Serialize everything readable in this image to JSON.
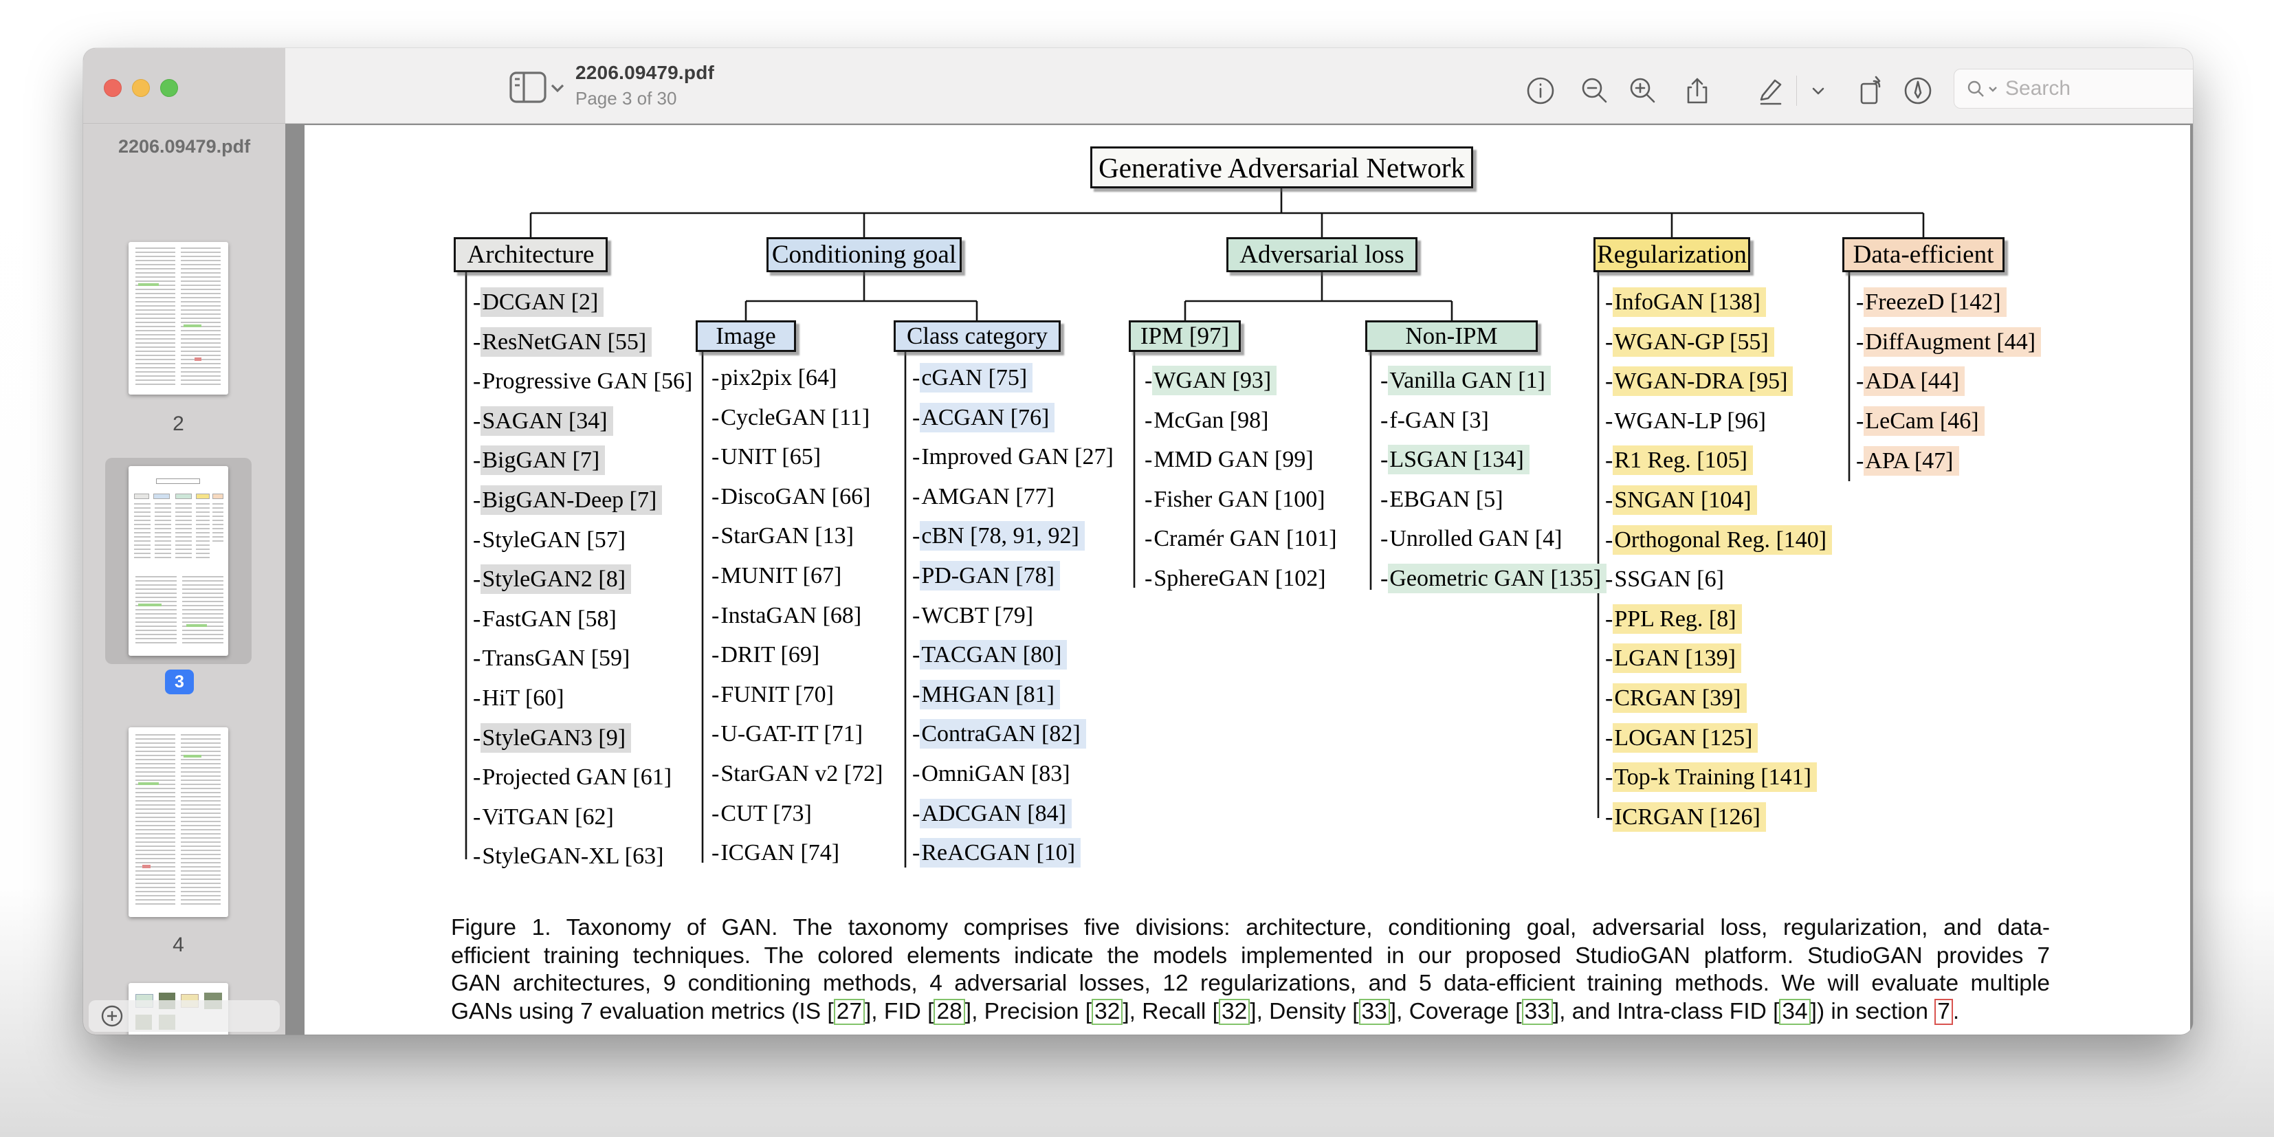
{
  "window": {
    "title": "2206.09479.pdf",
    "page_status": "Page 3 of 30"
  },
  "toolbar": {
    "search_placeholder": "Search",
    "icons": [
      "sidebar-toggle-icon",
      "info-icon",
      "zoom-out-icon",
      "zoom-in-icon",
      "share-icon",
      "markup-pencil-icon",
      "chevron-down-icon",
      "rotate-icon",
      "highlight-pen-icon",
      "search-icon"
    ]
  },
  "sidebar": {
    "doc_label": "2206.09479.pdf",
    "pages": [
      {
        "label": "2",
        "selected": false
      },
      {
        "label": "3",
        "selected": true
      },
      {
        "label": "4",
        "selected": false
      },
      {
        "label": "",
        "selected": false
      }
    ],
    "selected_badge": "3",
    "badge_color": "#3b7df6",
    "add_button": "plus-icon"
  },
  "figure": {
    "item_prefix": "-",
    "root_label": "Generative Adversarial Network",
    "root_color": "#f8f8f5",
    "branches": [
      {
        "key": "architecture",
        "label": "Architecture",
        "box_color": "#e6e6e4",
        "hl_color": "#dcdcdc",
        "items": [
          {
            "t": "DCGAN [2]",
            "h": true
          },
          {
            "t": "ResNetGAN [55]",
            "h": true
          },
          {
            "t": "Progressive GAN [56]",
            "h": false
          },
          {
            "t": "SAGAN [34]",
            "h": true
          },
          {
            "t": "BigGAN [7]",
            "h": true
          },
          {
            "t": "BigGAN-Deep [7]",
            "h": true
          },
          {
            "t": "StyleGAN [57]",
            "h": false
          },
          {
            "t": "StyleGAN2 [8]",
            "h": true
          },
          {
            "t": "FastGAN [58]",
            "h": false
          },
          {
            "t": "TransGAN [59]",
            "h": false
          },
          {
            "t": "HiT [60]",
            "h": false
          },
          {
            "t": "StyleGAN3 [9]",
            "h": true
          },
          {
            "t": "Projected GAN [61]",
            "h": false
          },
          {
            "t": "ViTGAN [62]",
            "h": false
          },
          {
            "t": "StyleGAN-XL [63]",
            "h": false
          }
        ]
      },
      {
        "key": "conditioning",
        "label": "Conditioning goal",
        "box_color": "#cfdff0",
        "hl_color": "#dce7f5",
        "children": [
          {
            "key": "image",
            "label": "Image",
            "box_color": "#d3e1f2",
            "hl_color": "#dce7f5",
            "items": [
              {
                "t": "pix2pix [64]",
                "h": false
              },
              {
                "t": "CycleGAN [11]",
                "h": false
              },
              {
                "t": "UNIT [65]",
                "h": false
              },
              {
                "t": "DiscoGAN [66]",
                "h": false
              },
              {
                "t": "StarGAN [13]",
                "h": false
              },
              {
                "t": "MUNIT [67]",
                "h": false
              },
              {
                "t": "InstaGAN [68]",
                "h": false
              },
              {
                "t": "DRIT [69]",
                "h": false
              },
              {
                "t": "FUNIT [70]",
                "h": false
              },
              {
                "t": "U-GAT-IT [71]",
                "h": false
              },
              {
                "t": "StarGAN v2 [72]",
                "h": false
              },
              {
                "t": "CUT [73]",
                "h": false
              },
              {
                "t": "ICGAN [74]",
                "h": false
              }
            ]
          },
          {
            "key": "classcat",
            "label": "Class category",
            "box_color": "#d3e1f2",
            "hl_color": "#dce7f5",
            "items": [
              {
                "t": "cGAN [75]",
                "h": true
              },
              {
                "t": "ACGAN [76]",
                "h": true
              },
              {
                "t": "Improved GAN [27]",
                "h": false
              },
              {
                "t": "AMGAN [77]",
                "h": false
              },
              {
                "t": "cBN [78, 91, 92]",
                "h": true
              },
              {
                "t": "PD-GAN [78]",
                "h": true
              },
              {
                "t": "WCBT [79]",
                "h": false
              },
              {
                "t": "TACGAN [80]",
                "h": true
              },
              {
                "t": "MHGAN [81]",
                "h": true
              },
              {
                "t": "ContraGAN [82]",
                "h": true
              },
              {
                "t": "OmniGAN [83]",
                "h": false
              },
              {
                "t": "ADCGAN [84]",
                "h": true
              },
              {
                "t": "ReACGAN [10]",
                "h": true
              }
            ]
          }
        ]
      },
      {
        "key": "adversarial",
        "label": "Adversarial loss",
        "box_color": "#cde6d8",
        "hl_color": "#d9ecdf",
        "children": [
          {
            "key": "ipm",
            "label": "IPM [97]",
            "box_color": "#cde6d8",
            "hl_color": "#d9ecdf",
            "items": [
              {
                "t": "WGAN [93]",
                "h": true
              },
              {
                "t": "McGan [98]",
                "h": false
              },
              {
                "t": "MMD GAN [99]",
                "h": false
              },
              {
                "t": "Fisher GAN [100]",
                "h": false
              },
              {
                "t": "Cramér GAN [101]",
                "h": false
              },
              {
                "t": "SphereGAN [102]",
                "h": false
              }
            ]
          },
          {
            "key": "nonipm",
            "label": "Non-IPM",
            "box_color": "#cde6d8",
            "hl_color": "#d9ecdf",
            "items": [
              {
                "t": "Vanilla GAN [1]",
                "h": true
              },
              {
                "t": "f-GAN [3]",
                "h": false
              },
              {
                "t": "LSGAN [134]",
                "h": true
              },
              {
                "t": "EBGAN [5]",
                "h": false
              },
              {
                "t": "Unrolled GAN [4]",
                "h": false
              },
              {
                "t": "Geometric GAN [135]",
                "h": true
              }
            ]
          }
        ]
      },
      {
        "key": "regularization",
        "label": "Regularization",
        "box_color": "#f6e388",
        "hl_color": "#f9e9a4",
        "items": [
          {
            "t": "InfoGAN [138]",
            "h": true
          },
          {
            "t": "WGAN-GP [55]",
            "h": true
          },
          {
            "t": "WGAN-DRA [95]",
            "h": true
          },
          {
            "t": "WGAN-LP [96]",
            "h": false
          },
          {
            "t": "R1 Reg. [105]",
            "h": true
          },
          {
            "t": "SNGAN [104]",
            "h": true
          },
          {
            "t": "Orthogonal Reg. [140]",
            "h": true
          },
          {
            "t": "SSGAN [6]",
            "h": false
          },
          {
            "t": "PPL Reg. [8]",
            "h": true
          },
          {
            "t": "LGAN [139]",
            "h": true
          },
          {
            "t": "CRGAN [39]",
            "h": true
          },
          {
            "t": "LOGAN [125]",
            "h": true
          },
          {
            "t": "Top-k Training [141]",
            "h": true
          },
          {
            "t": "ICRGAN [126]",
            "h": true
          }
        ]
      },
      {
        "key": "dataefficient",
        "label": "Data-efficient",
        "box_color": "#f6d9bf",
        "hl_color": "#f9e0cb",
        "items": [
          {
            "t": "FreezeD [142]",
            "h": true
          },
          {
            "t": "DiffAugment [44]",
            "h": true
          },
          {
            "t": "ADA [44]",
            "h": true
          },
          {
            "t": "LeCam [46]",
            "h": true
          },
          {
            "t": "APA [47]",
            "h": true,
            "gap": true
          }
        ]
      }
    ]
  },
  "caption": {
    "line1": "Figure 1. Taxonomy of GAN. The taxonomy comprises five divisions: architecture, conditioning goal, adversarial loss, regularization, and data-",
    "line2": "efficient training techniques. The colored elements indicate the models implemented in our proposed StudioGAN platform. StudioGAN provides 7",
    "line3": "GAN architectures, 9 conditioning methods, 4 adversarial losses, 12 regularizations, and 5 data-efficient training methods. We will evaluate multiple",
    "line4_segments": [
      {
        "t": "GANs using 7 evaluation metrics (IS "
      },
      {
        "cite": "27",
        "c": "green"
      },
      {
        "t": ", FID "
      },
      {
        "cite": "28",
        "c": "green"
      },
      {
        "t": ", Precision "
      },
      {
        "cite": "32",
        "c": "green"
      },
      {
        "t": ", Recall "
      },
      {
        "cite": "32",
        "c": "green"
      },
      {
        "t": ", Density "
      },
      {
        "cite": "33",
        "c": "green"
      },
      {
        "t": ", Coverage "
      },
      {
        "cite": "33",
        "c": "green"
      },
      {
        "t": ", and Intra-class FID "
      },
      {
        "cite": "34",
        "c": "green"
      },
      {
        "t": ") in section "
      },
      {
        "cite": "7",
        "c": "red",
        "nobrackets": true
      },
      {
        "t": "."
      }
    ],
    "link_green": "#82c36a",
    "link_red": "#d9534f"
  }
}
